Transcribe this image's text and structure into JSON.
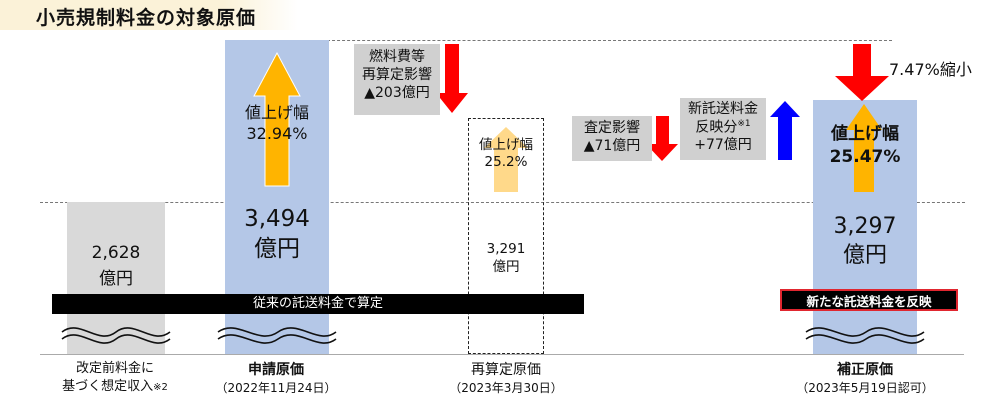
{
  "title": "小売規制料金の対象原価",
  "labels": {
    "col1_value": "2,628",
    "col1_unit": "億円",
    "col2_increase_label": "値上げ幅",
    "col2_increase_pct": "32.94%",
    "col2_value": "3,494",
    "col2_unit": "億円",
    "fuel_line1": "燃料費等",
    "fuel_line2": "再算定影響",
    "fuel_line3": "▲203億円",
    "col3_increase_label": "値上げ幅",
    "col3_increase_pct": "25.2%",
    "col3_value": "3,291",
    "col3_unit": "億円",
    "assess_line1": "査定影響",
    "assess_line2": "▲71億円",
    "trans_line1": "新託送料金",
    "trans_line2": "反映分",
    "trans_note": "※1",
    "trans_line3": "+77億円",
    "reduction": "7.47%縮小",
    "col4_increase_label": "値上げ幅",
    "col4_increase_pct": "25.47%",
    "col4_value": "3,297",
    "col4_unit": "億円",
    "old_fee_banner": "従来の託送料金で算定",
    "new_fee_banner": "新たな託送料金を反映"
  },
  "categories": [
    {
      "line1": "改定前料金に",
      "line2": "基づく想定収入",
      "note": "※2",
      "sub": ""
    },
    {
      "line1": "申請原価",
      "line2": "",
      "note": "",
      "sub": "（2022年11月24日）"
    },
    {
      "line1": "再算定原価",
      "line2": "",
      "note": "",
      "sub": "（2023年3月30日）"
    },
    {
      "line1": "補正原価",
      "line2": "",
      "note": "",
      "sub": "（2023年5月19日認可）"
    }
  ],
  "colors": {
    "gray_bar": "#d9d9d9",
    "blue_bar": "#b4c7e7",
    "up_arrow": "#ffb400",
    "up_arrow_light": "#ffd98a",
    "down_arrow": "#ff0000",
    "blue_arrow": "#0000ff",
    "title_band": "#fbf2d8"
  },
  "chart_data": {
    "type": "bar",
    "title": "小売規制料金の対象原価",
    "categories": [
      "改定前料金に基づく想定収入",
      "申請原価",
      "再算定原価",
      "補正原価"
    ],
    "values": [
      2628,
      3494,
      3291,
      3297
    ],
    "unit": "億円",
    "axis_broken": true,
    "increase_rates_percent": [
      null,
      32.94,
      25.2,
      25.47
    ],
    "adjustments": [
      {
        "label": "燃料費等再算定影響",
        "value": -203
      },
      {
        "label": "査定影響",
        "value": -71
      },
      {
        "label": "新託送料金反映分",
        "value": 77
      }
    ],
    "reduction_percent": 7.47
  }
}
